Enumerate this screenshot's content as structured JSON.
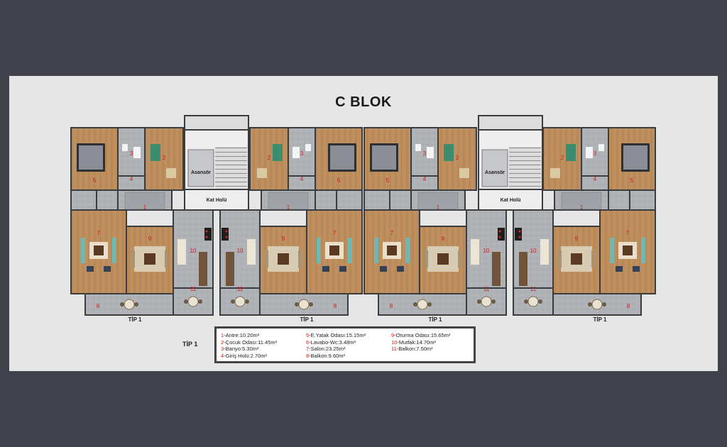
{
  "title": "C BLOK",
  "labels": {
    "asansor": "Asansör",
    "kat_holu": "Kat Holü",
    "tip": "TİP 1"
  },
  "legend": [
    [
      {
        "num": "1",
        "text": "-Antre:10.20m²"
      },
      {
        "num": "2",
        "text": "-Çocuk Odası:11.45m²"
      },
      {
        "num": "3",
        "text": "-Banyo:5.30m²"
      },
      {
        "num": "4",
        "text": "-Giriş Holü:2.70m²"
      }
    ],
    [
      {
        "num": "5",
        "text": "-E.Yatak Odası:15.15m²"
      },
      {
        "num": "6",
        "text": "-Lavabo-Wc:3.48m²"
      },
      {
        "num": "7",
        "text": "-Salon:23.25m²"
      },
      {
        "num": "8",
        "text": "-Balkon:9.60m²"
      }
    ],
    [
      {
        "num": "9",
        "text": "-Oturma Odası:15.65m²"
      },
      {
        "num": "10",
        "text": "-Mutfak:14.70m²"
      },
      {
        "num": "11",
        "text": "-Balkon:7.50m²"
      }
    ]
  ],
  "colors": {
    "background": "#40434c",
    "canvas": "#e6e6e6",
    "wall": "#3a3c40",
    "wood": "#b98a5a",
    "tile": "#a9acb0",
    "room_number": "#d11a1a"
  }
}
